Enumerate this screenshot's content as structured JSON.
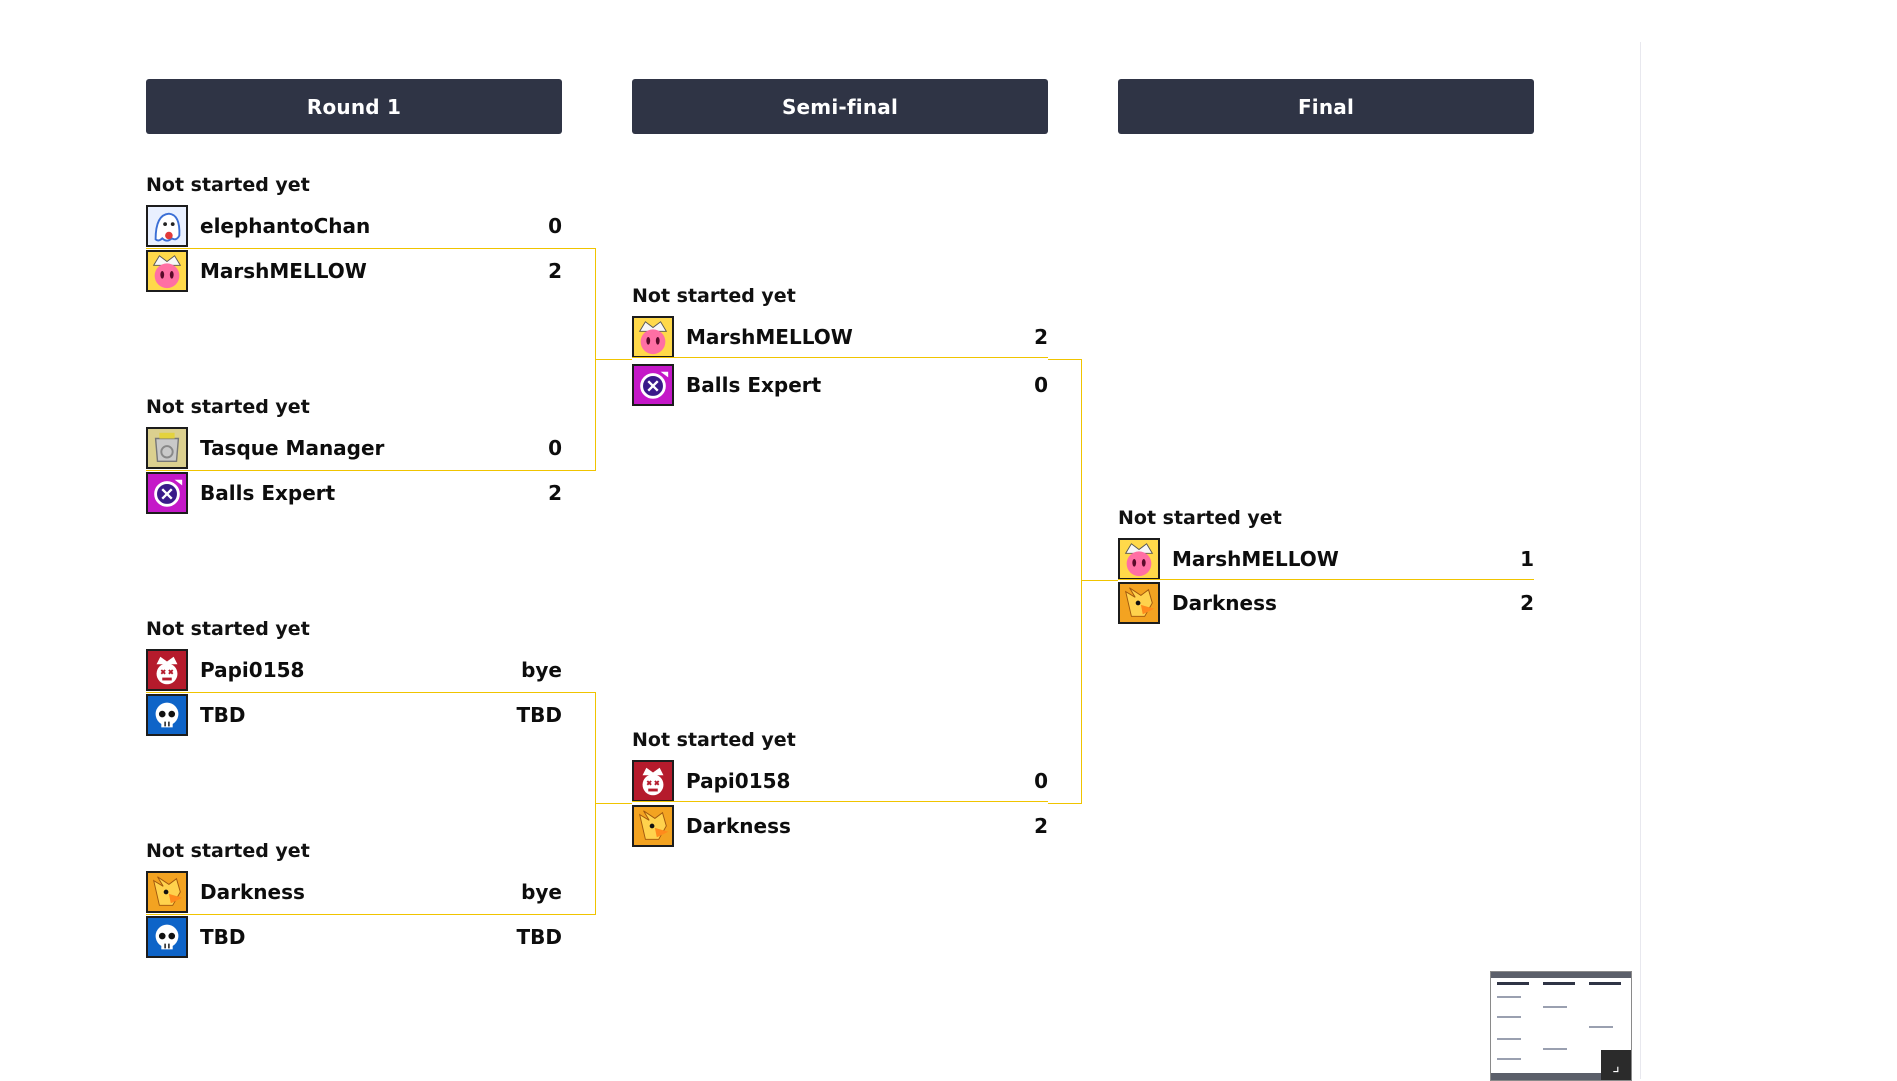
{
  "rounds": [
    {
      "label": "Round 1"
    },
    {
      "label": "Semi-final"
    },
    {
      "label": "Final"
    }
  ],
  "matches": {
    "r1m1": {
      "status": "Not started yet",
      "team1": {
        "name": "elephantoChan",
        "score": "0",
        "icon": "ghost-icon"
      },
      "team2": {
        "name": "MarshMELLOW",
        "score": "2",
        "icon": "pig-icon"
      }
    },
    "r1m2": {
      "status": "Not started yet",
      "team1": {
        "name": "Tasque Manager",
        "score": "0",
        "icon": "tasque-icon"
      },
      "team2": {
        "name": "Balls Expert",
        "score": "2",
        "icon": "balls-icon"
      }
    },
    "r1m3": {
      "status": "Not started yet",
      "team1": {
        "name": "Papi0158",
        "score": "bye",
        "icon": "papi-icon"
      },
      "team2": {
        "name": "TBD",
        "score": "TBD",
        "icon": "skull-icon"
      }
    },
    "r1m4": {
      "status": "Not started yet",
      "team1": {
        "name": "Darkness",
        "score": "bye",
        "icon": "bird-icon"
      },
      "team2": {
        "name": "TBD",
        "score": "TBD",
        "icon": "skull-icon"
      }
    },
    "sf1": {
      "status": "Not started yet",
      "team1": {
        "name": "MarshMELLOW",
        "score": "2",
        "icon": "pig-icon"
      },
      "team2": {
        "name": "Balls Expert",
        "score": "0",
        "icon": "balls-icon"
      }
    },
    "sf2": {
      "status": "Not started yet",
      "team1": {
        "name": "Papi0158",
        "score": "0",
        "icon": "papi-icon"
      },
      "team2": {
        "name": "Darkness",
        "score": "2",
        "icon": "bird-icon"
      }
    },
    "final": {
      "status": "Not started yet",
      "team1": {
        "name": "MarshMELLOW",
        "score": "1",
        "icon": "pig-icon"
      },
      "team2": {
        "name": "Darkness",
        "score": "2",
        "icon": "bird-icon"
      }
    }
  },
  "colors": {
    "header_bg": "#2f3445",
    "connector": "#f0c400"
  },
  "minimap": {
    "icon": "resize-icon"
  }
}
